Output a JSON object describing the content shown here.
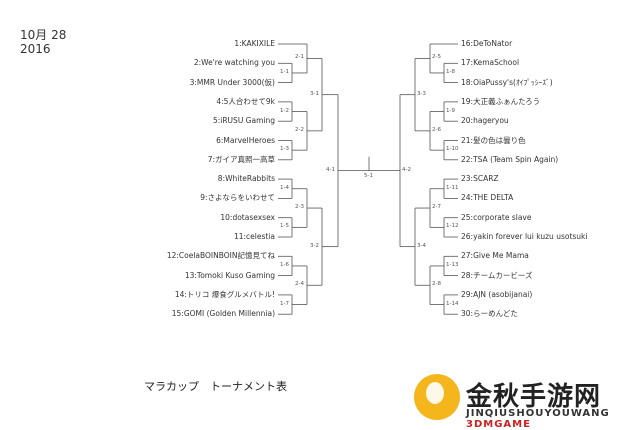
{
  "date": {
    "line1": "10月 28",
    "line2": "2016"
  },
  "left_teams": [
    "1:KAKIXILE",
    "2:We're watching you",
    "3:MMR Under 3000(仮)",
    "4:5人合わせて9k",
    "5:iRUSU Gaming",
    "6:MarvelHeroes",
    "7:ガイア真照一高草",
    "8:WhiteRabbits",
    "9:さよならをいわせて",
    "10:dotasexsex",
    "11:celestia",
    "12:CoelaBOINBOIN記憶見てね",
    "13:Tomoki Kuso Gaming",
    "14:トリコ 爆食グルメバトル!",
    "15:GOMI (Golden Millennia)"
  ],
  "right_teams": [
    "16:DeToNator",
    "17:KemaSchool",
    "18:OiaPussy's(ｵｲﾌﾟｯｼｰｽﾞ)",
    "19:大正義ふぁんたろう",
    "20:hageryou",
    "21:髪の色は曇り色",
    "22:TSA (Team Spin Again)",
    "23:SCARZ",
    "24:THE DELTA",
    "25:corporate slave",
    "26:yakin forever lui kuzu usotsuki",
    "27:Give Me Mama",
    "28:チームカービーズ",
    "29:AJN (asobijanai)",
    "30:らーめんどた"
  ],
  "rounds": {
    "l1": [
      "1-1",
      "1-2",
      "1-3",
      "1-4",
      "1-5",
      "1-6",
      "1-7"
    ],
    "l2": [
      "2-1",
      "2-2",
      "2-3",
      "2-4"
    ],
    "l3": [
      "3-1",
      "3-2"
    ],
    "l4": "4-1",
    "final": "5-1",
    "r4": "4-2",
    "r3": [
      "3-3",
      "3-4"
    ],
    "r2": [
      "2-5",
      "2-6",
      "2-7",
      "2-8"
    ],
    "r1": [
      "1-8",
      "1-9",
      "1-10",
      "1-11",
      "1-12",
      "1-13",
      "1-14"
    ]
  },
  "caption": "マラカップ　トーナメント表",
  "watermark": {
    "title": "金秋手游网",
    "sub": "JINQIUSHOUYOUWANG",
    "sub_accent": "3DMGAME"
  }
}
